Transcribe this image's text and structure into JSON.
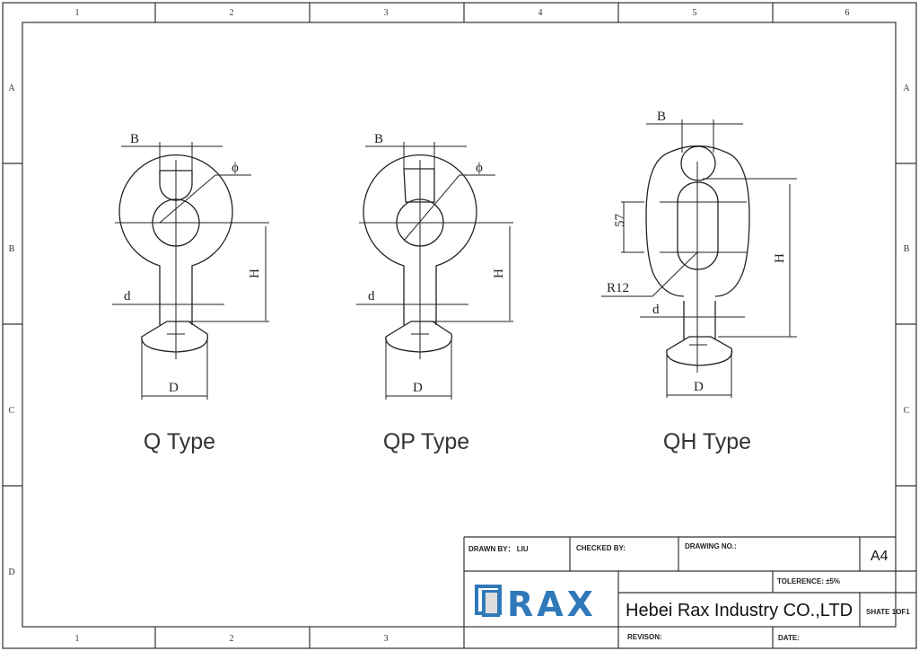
{
  "zones": {
    "columns": [
      "1",
      "2",
      "3",
      "4",
      "5",
      "6"
    ],
    "bottom_columns": [
      "1",
      "2",
      "3"
    ],
    "rows": [
      "A",
      "B",
      "C",
      "D"
    ]
  },
  "drawings": [
    {
      "type_label": "Q Type",
      "dims": {
        "B": "B",
        "phi": "ϕ",
        "H": "H",
        "d": "d",
        "D": "D"
      }
    },
    {
      "type_label": "QP Type",
      "dims": {
        "B": "B",
        "phi": "ϕ",
        "H": "H",
        "d": "d",
        "D": "D"
      }
    },
    {
      "type_label": "QH Type",
      "dims": {
        "B": "B",
        "slot": "57",
        "R": "R12",
        "H": "H",
        "d": "d",
        "D": "D"
      }
    }
  ],
  "title_block": {
    "drawn_by": "DRAWN BY： LIU",
    "checked_by": "CHECKED BY:",
    "drawing_no": "DRAWING NO.:",
    "size": "A4",
    "tolerance": "TOLERENCE:  ±5%",
    "logo_text": "RAX",
    "company": "Hebei Rax Industry CO.,LTD",
    "sheet": "SHATE 1OF1",
    "revision": "REVISON:",
    "date": "DATE:",
    "brand_color": "#2f79b9"
  }
}
